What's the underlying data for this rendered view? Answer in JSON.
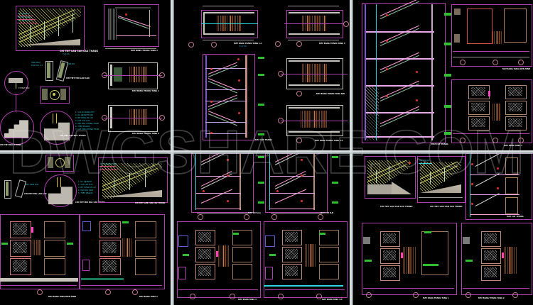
{
  "document": {
    "kind": "cad-drawing-preview",
    "file_type": "DWG",
    "background_color": "#000000",
    "watermark": "DWGSHARE.COM",
    "grid": {
      "columns": 3,
      "rows": 2,
      "tile_count": 6
    },
    "divider_color": "#d8dfe0"
  },
  "palette": {
    "magenta": "#c040c0",
    "pink": "#ff9ad8",
    "white": "#e8e8e8",
    "cyan": "#30d0e0",
    "green": "#30c030",
    "red": "#e03030",
    "yellow": "#c8c864",
    "orange": "#cf7a3a",
    "grey": "#9a9a9a",
    "blue": "#4060d0",
    "concrete": "#c9c4bb",
    "brown": "#8b5a3c"
  },
  "tiles": [
    {
      "id": "tile-1",
      "position": "top-left",
      "content": "Stair railing elevation detail, handrail post details, tread nosing section callouts and two stair plan views",
      "drawings": [
        {
          "name": "railing-elevation",
          "title": "CHI TIET LAN CAN CAU THANG",
          "scale": "TL 1:20"
        },
        {
          "name": "handrail-post-detail",
          "title": "CHI TIET TRU LAN CAN",
          "scale": "TL 1:10"
        },
        {
          "name": "baluster-base-detail",
          "title": "CHI TIET CHAN TRU",
          "scale": "TL 1:5"
        },
        {
          "name": "tread-nosing-detail",
          "title": "CHI TIET MUI BAC THANG",
          "scale": "TL 1:5"
        },
        {
          "name": "stair-plan-upper",
          "title": "MAT BANG THANG TANG 1",
          "scale": "TL 1:50"
        },
        {
          "name": "stair-plan-lower",
          "title": "MAT BANG THANG TANG 2",
          "scale": "TL 1:50"
        },
        {
          "name": "stair-step-detail",
          "title": "CHI TIET BAC THANG",
          "scale": "TL 1:10"
        }
      ]
    },
    {
      "id": "tile-2",
      "position": "top-center",
      "content": "Four stair plan views and one multi-flight stair section",
      "drawings": [
        {
          "name": "stair-plan-a",
          "title": "MAT BANG THANG TANG 1-2",
          "scale": "TL 1:50"
        },
        {
          "name": "stair-plan-b",
          "title": "MAT BANG THANG TANG 3",
          "scale": "TL 1:50"
        },
        {
          "name": "stair-plan-c",
          "title": "MAT BANG THANG TANG MAI",
          "scale": "TL 1:50"
        },
        {
          "name": "stair-plan-d",
          "title": "MAT BANG THANG TANG 4-5",
          "scale": "TL 1:50"
        },
        {
          "name": "stair-section-multi",
          "title": "MAT CAT THANG",
          "scale": "TL 1:50"
        }
      ]
    },
    {
      "id": "tile-3",
      "position": "top-right",
      "content": "Full-height stair section with landings and two building floor plans",
      "drawings": [
        {
          "name": "stair-section-full",
          "title": "MAT CAT THANG",
          "scale": "TL 1:50"
        },
        {
          "name": "floor-plan-upper",
          "title": "MAT BANG TANG DIEN HINH",
          "scale": "TL 1:100"
        },
        {
          "name": "floor-plan-lower",
          "title": "MAT BANG TANG 1",
          "scale": "TL 1:100"
        }
      ]
    },
    {
      "id": "tile-4",
      "position": "bottom-left",
      "content": "Railing post details, tread detail callout, railing elevation and two typical floor plans",
      "drawings": [
        {
          "name": "post-detail",
          "title": "CHI TIET TRU LAN CAN",
          "scale": "TL 1:10"
        },
        {
          "name": "nosing-detail",
          "title": "CHI TIET MUI BAC CAU THANG",
          "scale": "TL 1:5"
        },
        {
          "name": "railing-elevation-2",
          "title": "CHI TIET LAN CAN CAU THANG",
          "scale": "TL 1:20"
        },
        {
          "name": "floor-plan-a",
          "title": "MAT BANG TANG DIEN HINH",
          "scale": "TL 1:100"
        },
        {
          "name": "floor-plan-b",
          "title": "MAT BANG TANG 2",
          "scale": "TL 1:100"
        }
      ]
    },
    {
      "id": "tile-5",
      "position": "bottom-center",
      "content": "Two stair sections and two typical floor plans",
      "drawings": [
        {
          "name": "stair-section-a",
          "title": "MAT CAT A-A",
          "scale": "TL 1:50"
        },
        {
          "name": "stair-section-b",
          "title": "MAT CAT B-B",
          "scale": "TL 1:50"
        },
        {
          "name": "floor-plan-c",
          "title": "MAT BANG TANG 3",
          "scale": "TL 1:100"
        },
        {
          "name": "floor-plan-d",
          "title": "MAT BANG TANG 4-5",
          "scale": "TL 1:100"
        }
      ]
    },
    {
      "id": "tile-6",
      "position": "bottom-right",
      "content": "Two railing detail elevations, stair section with doors and two floor plans",
      "drawings": [
        {
          "name": "railing-detail-1",
          "title": "CHI TIET LAN CAN CAU THANG",
          "scale": "TL 1:20"
        },
        {
          "name": "railing-detail-2",
          "title": "CHI TIET LAN CAN CAU THANG",
          "scale": "TL 1:20"
        },
        {
          "name": "stair-section-doors",
          "title": "MAT CAT THANG",
          "scale": "TL 1:50"
        },
        {
          "name": "floor-plan-e",
          "title": "MAT BANG THANG TANG 1",
          "scale": "TL 1:100"
        },
        {
          "name": "floor-plan-f",
          "title": "MAT BANG THANG TANG 2",
          "scale": "TL 1:100"
        }
      ]
    }
  ]
}
